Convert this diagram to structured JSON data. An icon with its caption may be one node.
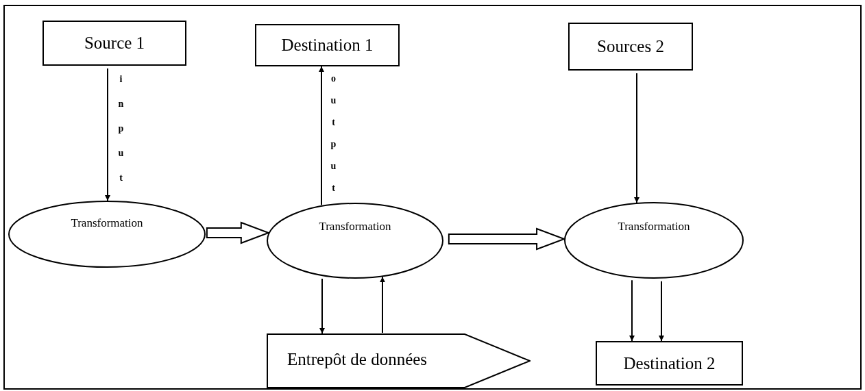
{
  "diagram": {
    "nodes": [
      {
        "text": [
          "Source 1"
        ]
      },
      {
        "text": [
          "Destination 1"
        ]
      },
      {
        "text": [
          "Sources 2"
        ]
      },
      {
        "text": [
          "Transformation"
        ]
      },
      {
        "text": [
          "Transformation"
        ]
      },
      {
        "text": [
          "Transformation"
        ]
      },
      {
        "text": [
          "Entrepôt de données"
        ]
      },
      {
        "text": [
          "Destination 2"
        ]
      }
    ],
    "edges": [
      {
        "from": 0,
        "to": 3,
        "arrow": "to",
        "label": "input"
      },
      {
        "from": 4,
        "to": 1,
        "arrow": "to",
        "label": "output"
      },
      {
        "from": 2,
        "to": 5,
        "arrow": "to"
      },
      {
        "from": 3,
        "to": 4,
        "arrow": "to",
        "style": "thick"
      },
      {
        "from": 4,
        "to": 5,
        "arrow": "to",
        "style": "thick"
      },
      {
        "from": 4,
        "to": 6,
        "arrow": "to"
      },
      {
        "from": 6,
        "to": 4,
        "arrow": "to"
      },
      {
        "from": 5,
        "to": 7,
        "arrow": "to"
      },
      {
        "from": 5,
        "to": 7,
        "arrow": "to"
      }
    ]
  }
}
